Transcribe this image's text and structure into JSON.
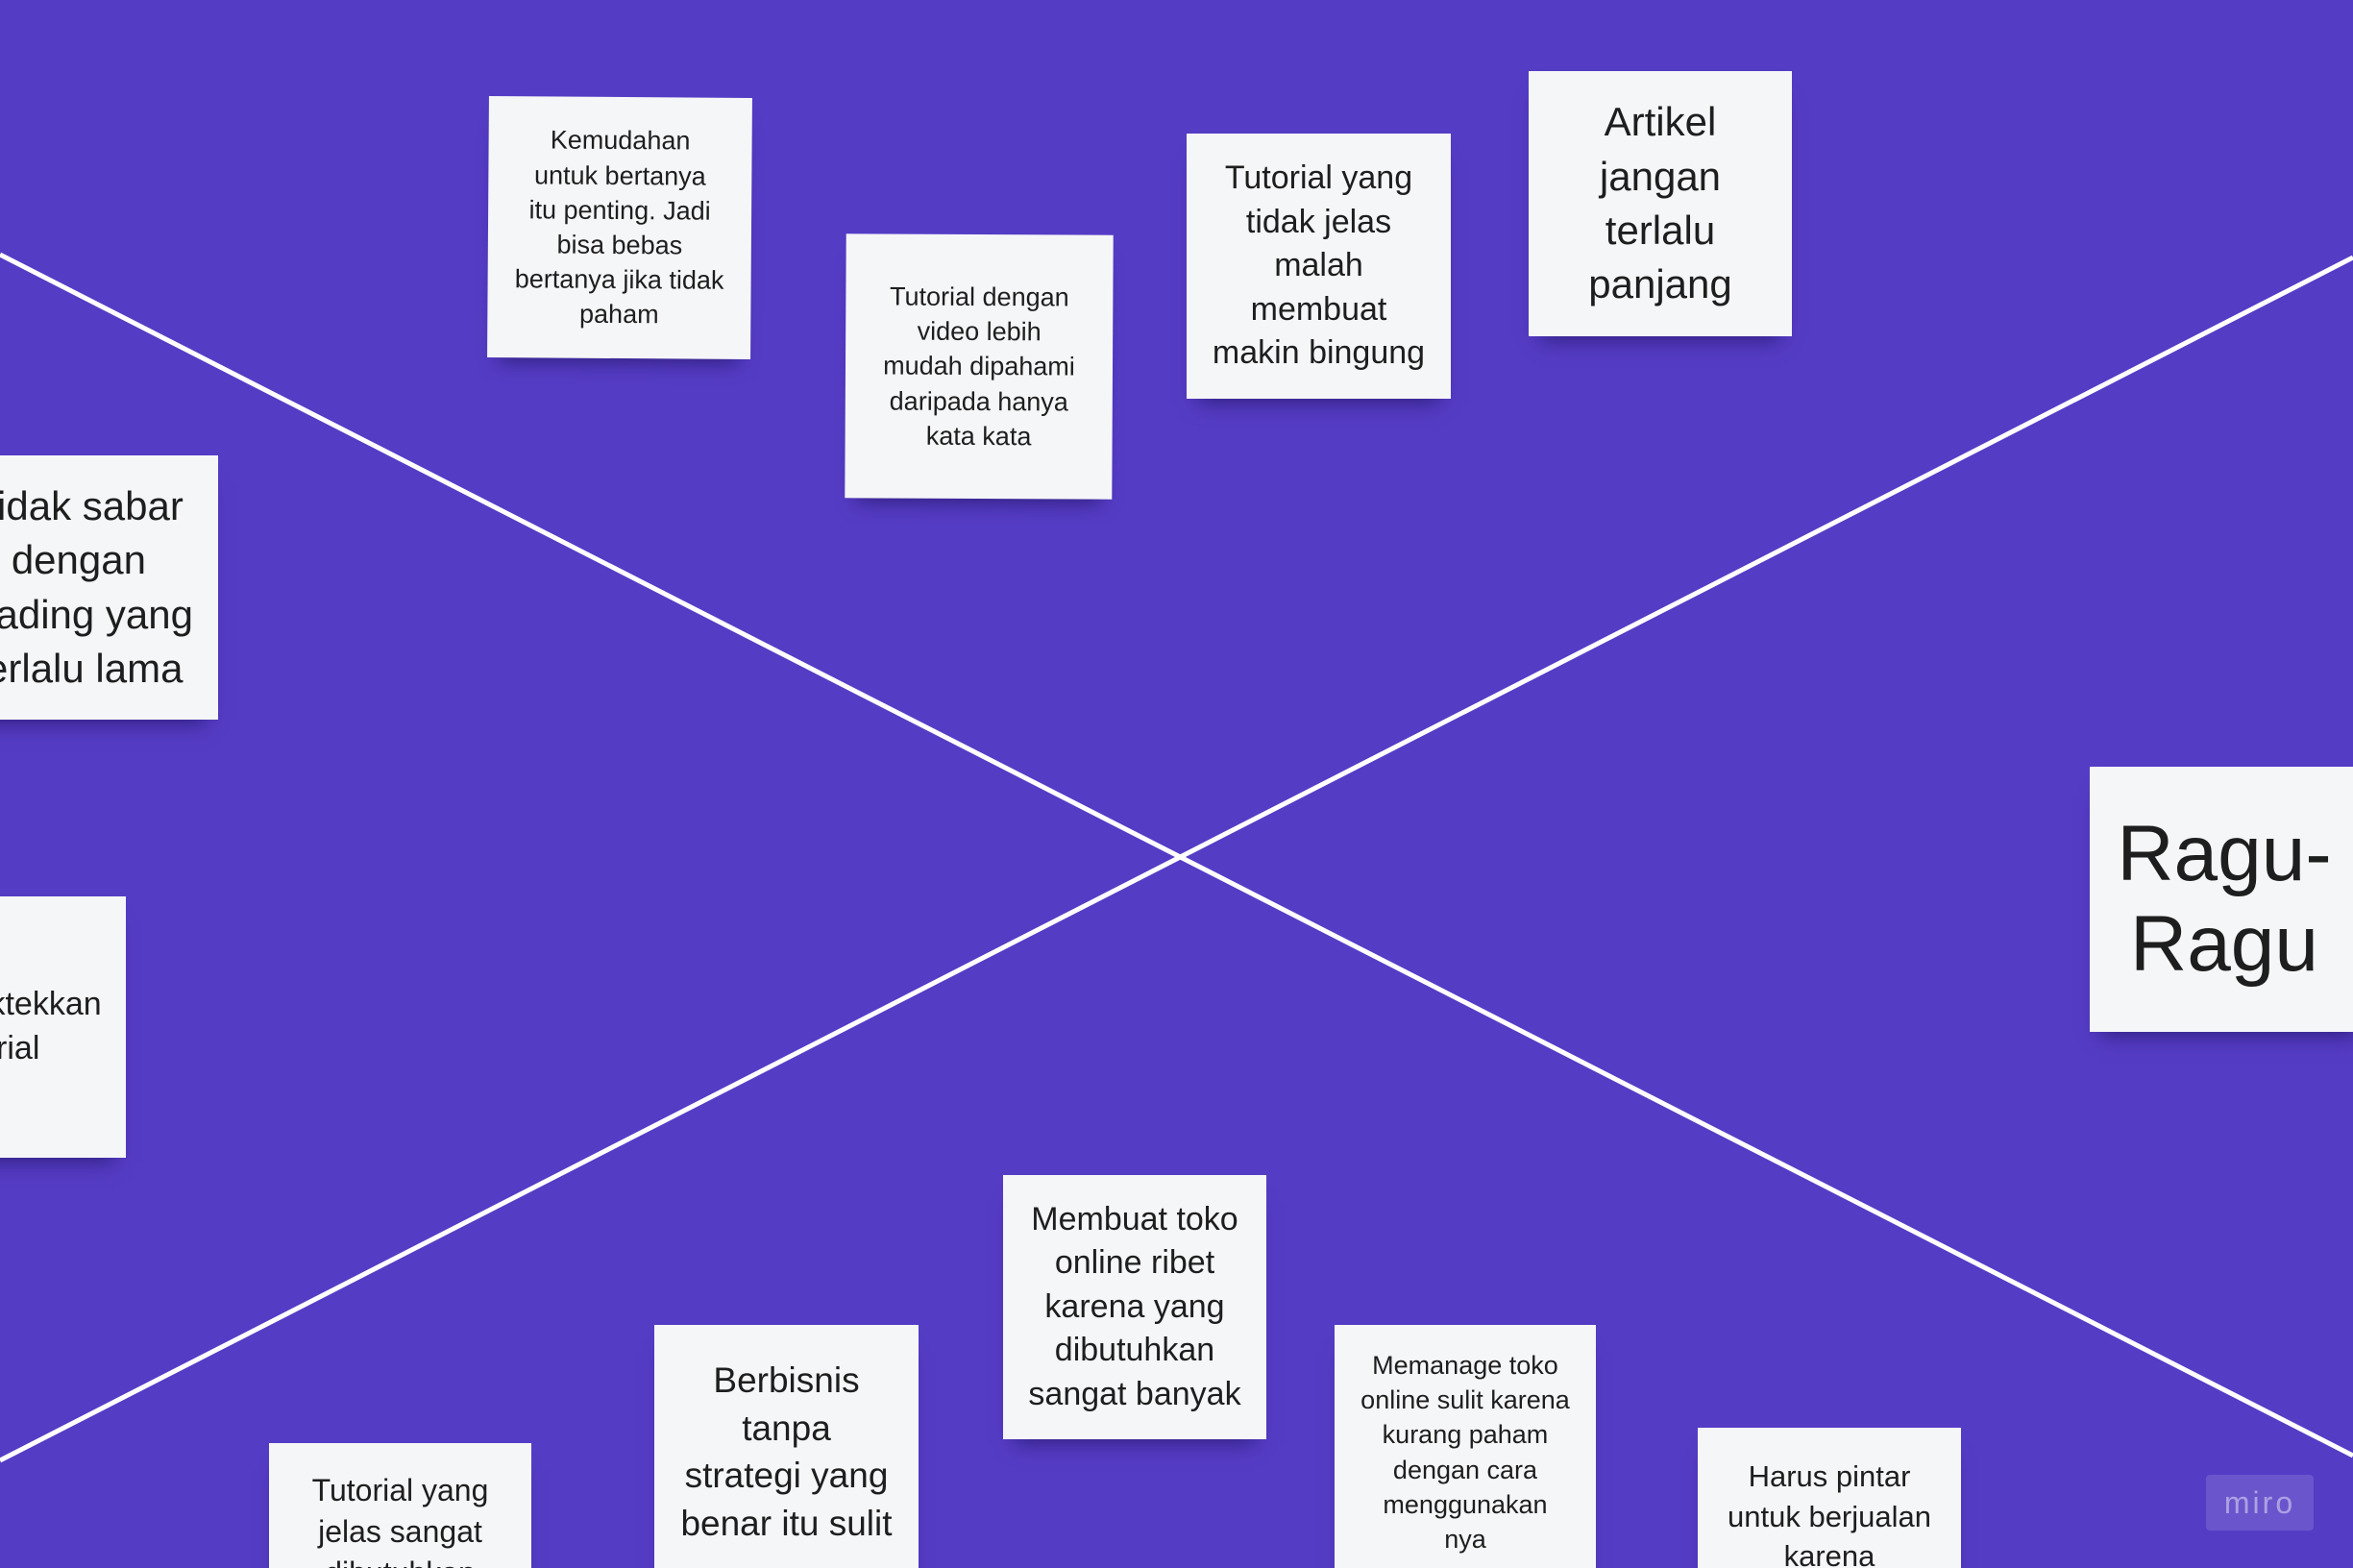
{
  "board": {
    "background_color": "#553cc5",
    "line_color": "#ffffff",
    "note_color": "#f5f6f8"
  },
  "notes": {
    "kemudahan": "Kemudahan\nuntuk bertanya\nitu penting. Jadi\nbisa bebas\nbertanya jika tidak\npaham",
    "tutorial_video": "Tutorial dengan\nvideo lebih\nmudah dipahami\ndaripada hanya\nkata kata",
    "tutorial_tidak_jelas": "Tutorial yang\ntidak jelas\nmalah\nmembuat\nmakin bingung",
    "artikel": "Artikel\njangan\nterlalu\npanjang",
    "tidak_sabar": "Tidak sabar\ndengan\nloading yang\nterlalu lama",
    "praktekkan": "praktekkan\ntutorial",
    "ragu": "Ragu-\nRagu",
    "membuat_toko": "Membuat toko\nonline ribet\nkarena yang\ndibutuhkan\nsangat banyak",
    "berbisnis": "Berbisnis\ntanpa\nstrategi yang\nbenar itu sulit",
    "memanage": "Memanage toko\nonline sulit karena\nkurang paham\ndengan cara\nmenggunakan\nnya",
    "tutorial_jelas": "Tutorial yang\njelas sangat\ndibutuhkan",
    "harus_pintar": "Harus pintar\nuntuk berjualan\nkarena"
  },
  "watermark": {
    "logo_text": "miro"
  }
}
